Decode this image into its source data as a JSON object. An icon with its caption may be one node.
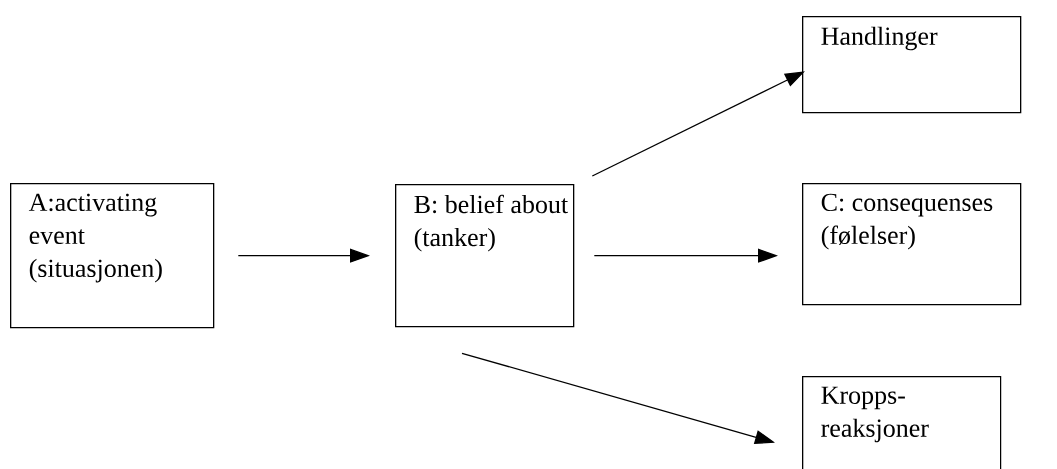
{
  "diagram": {
    "nodes": [
      {
        "text": [
          "A:activating event (situasjonen)"
        ]
      },
      {
        "text": [
          "B: belief about (tanker)"
        ]
      },
      {
        "text": [
          "Handlinger"
        ]
      },
      {
        "text": [
          "C: consequenses (følelser)"
        ]
      },
      {
        "text": [
          "Kropps- reaksjoner"
        ]
      }
    ],
    "edges": [
      {
        "from": 0,
        "to": 1,
        "arrow": "to"
      },
      {
        "from": 1,
        "to": 2,
        "arrow": "to"
      },
      {
        "from": 1,
        "to": 3,
        "arrow": "to"
      },
      {
        "from": 1,
        "to": 4,
        "arrow": "to"
      }
    ]
  }
}
